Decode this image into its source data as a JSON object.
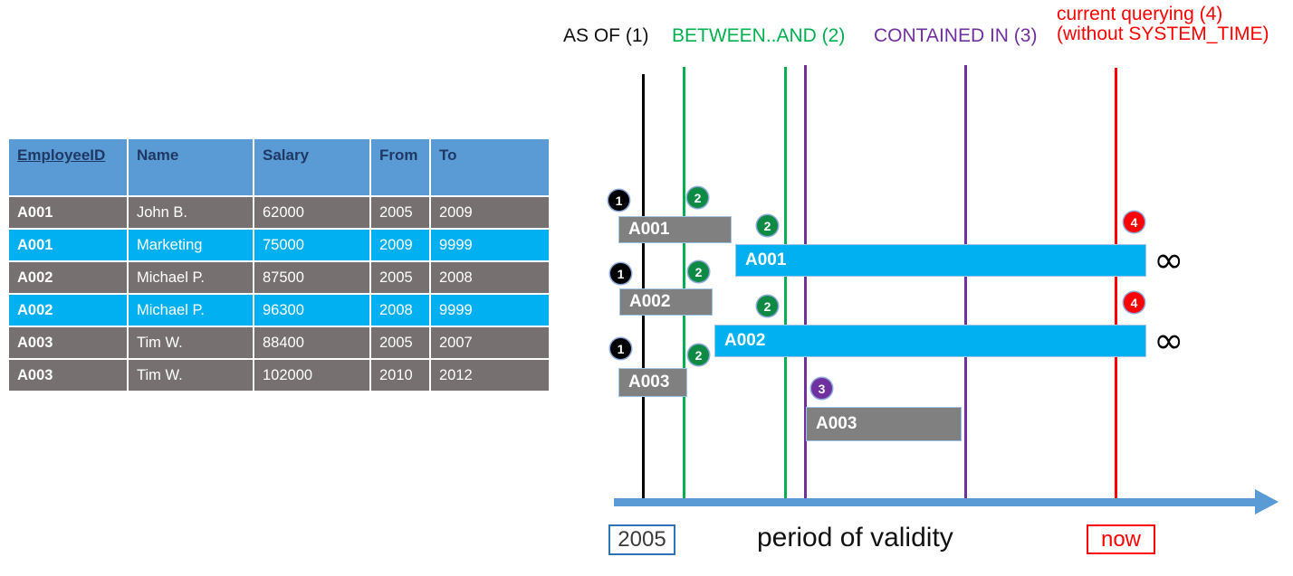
{
  "table": {
    "columns": [
      "EmployeeID",
      "Name",
      "Salary",
      "From",
      "To"
    ],
    "rows": [
      {
        "style": "gray",
        "cells": [
          "A001",
          "John  B.",
          "62000",
          "2005",
          "2009"
        ]
      },
      {
        "style": "cyan",
        "cells": [
          "A001",
          "Marketing",
          "75000",
          "2009",
          "9999"
        ]
      },
      {
        "style": "gray",
        "cells": [
          "A002",
          "Michael P.",
          "87500",
          "2005",
          "2008"
        ]
      },
      {
        "style": "cyan",
        "cells": [
          "A002",
          "Michael P.",
          "96300",
          "2008",
          "9999"
        ]
      },
      {
        "style": "gray",
        "cells": [
          "A003",
          "Tim W.",
          "88400",
          "2005",
          "2007"
        ]
      },
      {
        "style": "gray",
        "cells": [
          "A003",
          "Tim W.",
          "102000",
          "2010",
          "2012"
        ]
      }
    ],
    "header_color": "#5B9BD5",
    "header_text_color": "#1F3864",
    "gray_row_color": "#767070",
    "cyan_row_color": "#00B0F0"
  },
  "diagram": {
    "legend": [
      {
        "text": "AS OF (1)",
        "color": "#111111",
        "number": 1
      },
      {
        "text": "BETWEEN..AND (2)",
        "color": "#00B050",
        "number": 2
      },
      {
        "text": "CONTAINED IN (3)",
        "color": "#7030A0",
        "number": 3
      },
      {
        "text_line1": "current querying (4)",
        "text_line2": "(without SYSTEM_TIME)",
        "color": "#FF0000",
        "number": 4
      }
    ],
    "bars": [
      {
        "label": "A001",
        "style": "gray"
      },
      {
        "label": "A001",
        "style": "cyan"
      },
      {
        "label": "A002",
        "style": "gray"
      },
      {
        "label": "A002",
        "style": "cyan"
      },
      {
        "label": "A003",
        "style": "gray"
      },
      {
        "label": "A003",
        "style": "gray"
      }
    ],
    "badges": [
      "1",
      "2",
      "2",
      "4",
      "1",
      "2",
      "2",
      "4",
      "1",
      "2",
      "3"
    ],
    "infinity_symbol": "∞",
    "axis": {
      "start_label": "2005",
      "end_label": "now",
      "caption": "period of validity",
      "color": "#5B9BD5"
    }
  }
}
